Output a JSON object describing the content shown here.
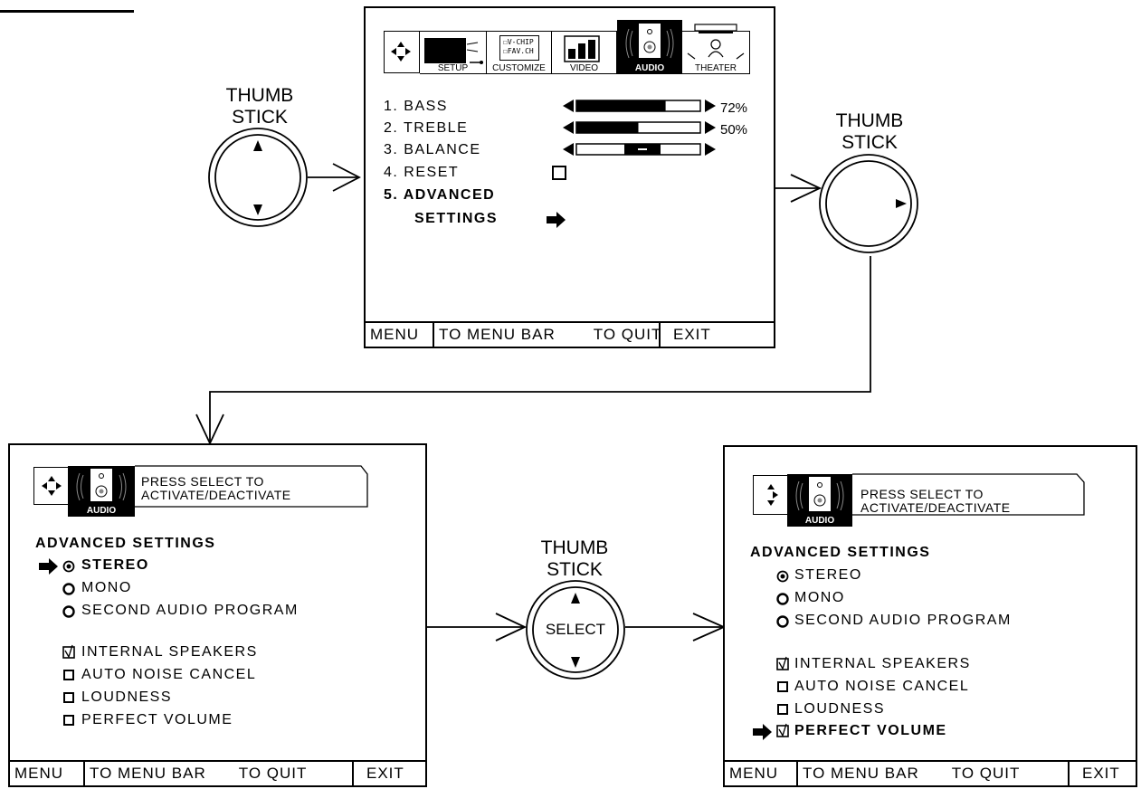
{
  "thumb_stick_labels": {
    "left": [
      "THUMB",
      "STICK"
    ],
    "right": [
      "THUMB",
      "STICK"
    ],
    "middle": [
      "THUMB",
      "STICK"
    ],
    "select_label": "SELECT"
  },
  "audio_menu": {
    "tabs": [
      "SETUP",
      "CUSTOMIZE",
      "VIDEO",
      "AUDIO",
      "THEATER"
    ],
    "active_tab": "AUDIO",
    "customize_icon_lines": [
      "V-CHIP",
      "FAV.CH"
    ],
    "items": [
      {
        "label": "1. BASS",
        "value": "72%",
        "level": 0.72
      },
      {
        "label": "2. TREBLE",
        "value": "50%",
        "level": 0.5
      },
      {
        "label": "3. BALANCE",
        "value": "",
        "level": 0.5
      },
      {
        "label": "4. RESET"
      },
      {
        "label": "5. ADVANCED"
      },
      {
        "label": "SETTINGS"
      }
    ],
    "footer": [
      "MENU",
      "TO MENU BAR",
      "TO QUIT",
      "EXIT"
    ]
  },
  "advanced_left": {
    "tab_label": "AUDIO",
    "info": [
      "PRESS SELECT TO",
      "ACTIVATE/DEACTIVATE"
    ],
    "title": "ADVANCED SETTINGS",
    "radios": [
      "STEREO",
      "MONO",
      "SECOND AUDIO PROGRAM"
    ],
    "checks": [
      "INTERNAL SPEAKERS",
      "AUTO NOISE CANCEL",
      "LOUDNESS",
      "PERFECT VOLUME"
    ],
    "footer": [
      "MENU",
      "TO MENU BAR",
      "TO QUIT",
      "EXIT"
    ]
  },
  "advanced_right": {
    "tab_label": "AUDIO",
    "info": [
      "PRESS SELECT TO",
      "ACTIVATE/DEACTIVATE"
    ],
    "title": "ADVANCED SETTINGS",
    "radios": [
      "STEREO",
      "MONO",
      "SECOND AUDIO PROGRAM"
    ],
    "checks": [
      "INTERNAL SPEAKERS",
      "AUTO NOISE CANCEL",
      "LOUDNESS",
      "PERFECT VOLUME"
    ],
    "footer": [
      "MENU",
      "TO MENU BAR",
      "TO QUIT",
      "EXIT"
    ]
  }
}
